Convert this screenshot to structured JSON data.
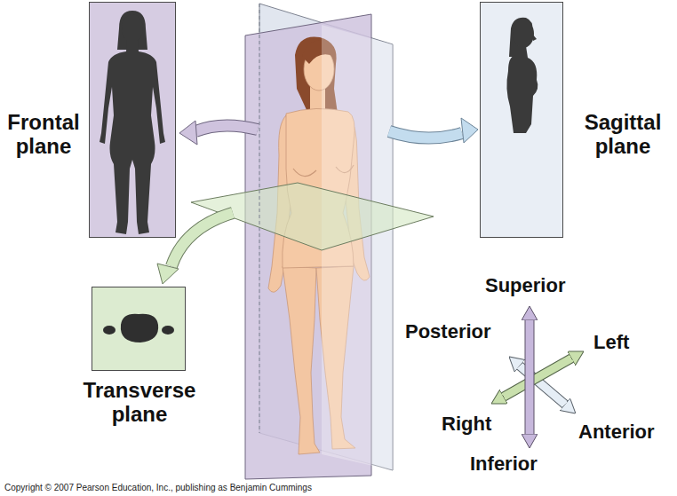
{
  "diagram": {
    "nodes": [
      {
        "text": [
          "Frontal plane"
        ]
      },
      {
        "text": [
          "Sagittal plane"
        ]
      },
      {
        "text": [
          "Transverse plane"
        ]
      }
    ],
    "labels": [
      "Superior",
      "Posterior",
      "Left",
      "Right",
      "Anterior",
      "Inferior",
      "Copyright © 2007 Pearson Education, Inc., publishing as Benjamin Cummings"
    ]
  }
}
